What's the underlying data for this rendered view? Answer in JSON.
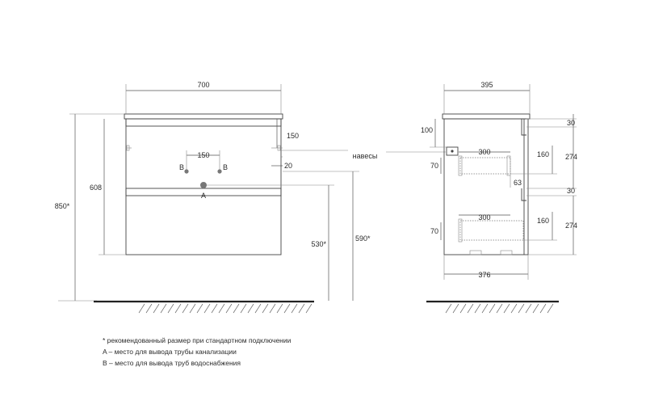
{
  "front": {
    "width": "700",
    "height_total": "850*",
    "height_body": "608",
    "top_offset": "150",
    "pipe_spacing": "150",
    "hinge_offset": "20",
    "label_b_left": "B",
    "label_b_right": "B",
    "label_a": "A",
    "height_530": "530*",
    "height_590": "590*"
  },
  "side": {
    "depth_top": "395",
    "depth_bottom": "376",
    "hinge_label": "навесы",
    "upper": {
      "left_100": "100",
      "width_300": "300",
      "h_160": "160",
      "h_70": "70",
      "gap_63": "63",
      "top_30": "30",
      "h_274": "274"
    },
    "lower": {
      "top_30": "30",
      "width_300": "300",
      "h_160": "160",
      "h_70": "70",
      "h_274": "274"
    }
  },
  "notes": {
    "line1": "* рекомендованный размер при стандартном подключении",
    "line2": "A – место для вывода трубы канализации",
    "line3": "B – место для вывода труб водоснабжения"
  },
  "colors": {
    "line": "#555555",
    "text": "#2b2b2b",
    "pipe_dot": "#777777"
  }
}
